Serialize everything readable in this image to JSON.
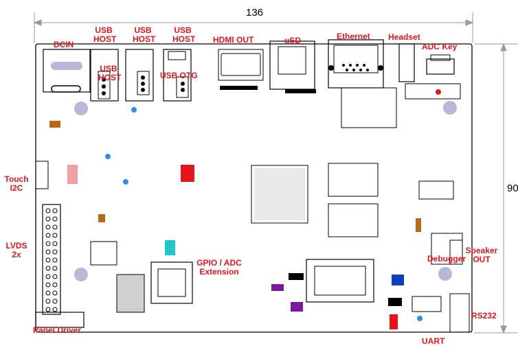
{
  "dimensions": {
    "width": "136",
    "height": "90"
  },
  "colors": {
    "label": "#e8141c",
    "board_outline": "#000000",
    "dimension_line": "#9a9a9a",
    "pad": "#b7b7d6"
  },
  "labels": {
    "dcin": "DCIN",
    "usb_host_1": "USB HOST",
    "usb_host_2": "USB HOST",
    "usb_host_3": "USB HOST",
    "usb_host_4": "USB HOST",
    "usb_otg": "USB OTG",
    "hdmi_out": "HDMI OUT",
    "usd": "uSD",
    "ethernet": "Ethernet",
    "headset": "Headset",
    "adc_key": "ADC Key",
    "touch_i2c": "Touch I2C",
    "lvds_2x": "LVDS 2x",
    "gpio_adc": "GPIO / ADC Extension",
    "debugger": "Debugger",
    "speaker_out": "Speaker OUT",
    "rs232": "RS232",
    "uart": "UART",
    "panel_driver": "Panel Driver"
  }
}
